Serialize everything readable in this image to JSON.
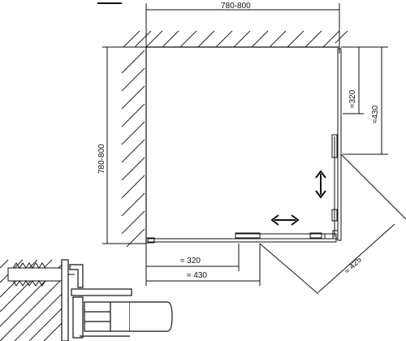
{
  "labels": {
    "top_width": "780-800",
    "left_height": "780-800",
    "right_upper": "≈320",
    "right_lower": "≈430",
    "bottom_upper": "≈ 320",
    "bottom_lower": "≈ 430",
    "diagonal": "≈ 425"
  },
  "colors": {
    "line": "#111111",
    "hatch": "#222222",
    "background": "#ffffff"
  },
  "icons": {
    "vertical_arrow": "double-arrow-vertical-icon",
    "horizontal_arrow": "double-arrow-horizontal-icon"
  }
}
